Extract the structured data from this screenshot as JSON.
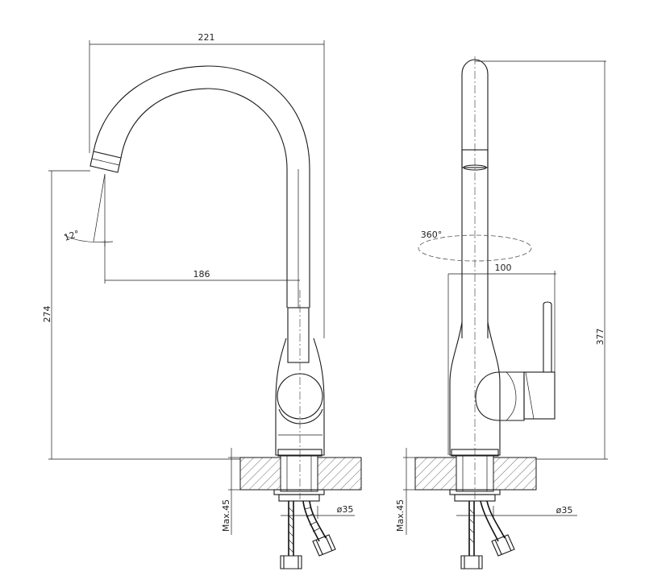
{
  "dimensions": {
    "spout_reach_total": "221",
    "spout_reach": "186",
    "spout_height": "274",
    "total_height": "377",
    "body_depth": "100",
    "tilt_angle": "12°",
    "rotation": "360°",
    "hole_diameter_left": "ø35",
    "hole_diameter_right": "ø35",
    "max_thickness_left": "Max.45",
    "max_thickness_right": "Max.45"
  }
}
